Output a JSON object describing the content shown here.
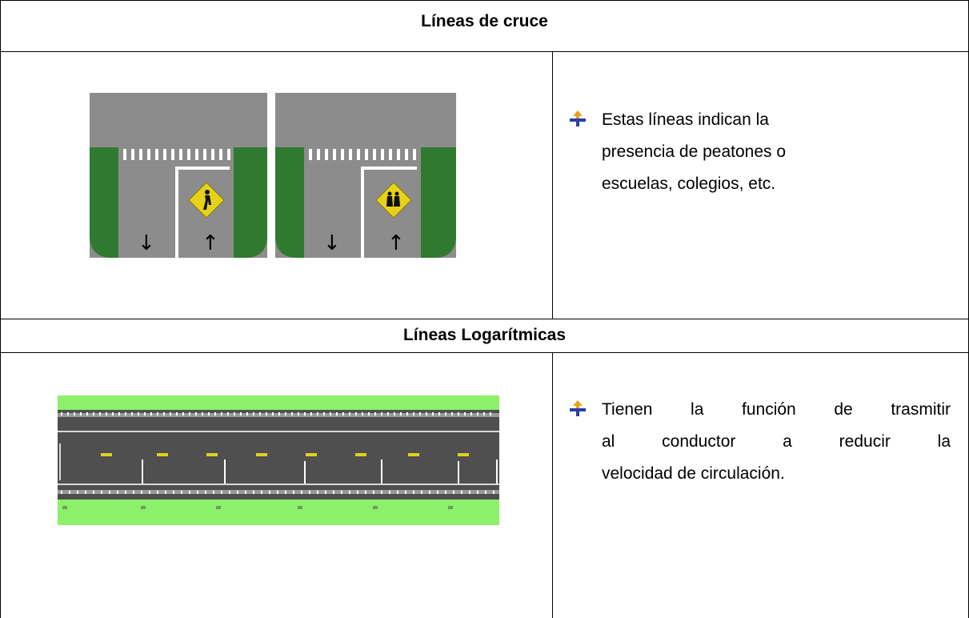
{
  "sections": [
    {
      "title": "Líneas de cruce",
      "bullet": {
        "icon": "bullet-arrow-icon",
        "lines": [
          "Estas líneas indican la",
          "presencia de peatones o",
          "escuelas, colegios, etc."
        ]
      },
      "illustration": {
        "icons": [
          "crosswalk-pedestrian-icon",
          "crosswalk-school-icon"
        ],
        "arrows": [
          "↓",
          "↑",
          "↓",
          "↑"
        ]
      }
    },
    {
      "title": "Líneas Logarítmicas",
      "bullet": {
        "icon": "bullet-arrow-icon",
        "lines": [
          "Tienen la función de trasmitir",
          "al conductor a reducir la",
          "velocidad de circulación."
        ]
      },
      "illustration": {
        "icons": [
          "logarithmic-road-lines-icon"
        ]
      }
    }
  ],
  "colors": {
    "asphalt": "#8c8c8c",
    "curb_green": "#2f7a2f",
    "sign_yellow": "#e6d21a",
    "grass_light": "#8cf06a",
    "road_dark": "#505050",
    "bullet_blue": "#2b3fa8",
    "bullet_orange": "#e8a020"
  }
}
